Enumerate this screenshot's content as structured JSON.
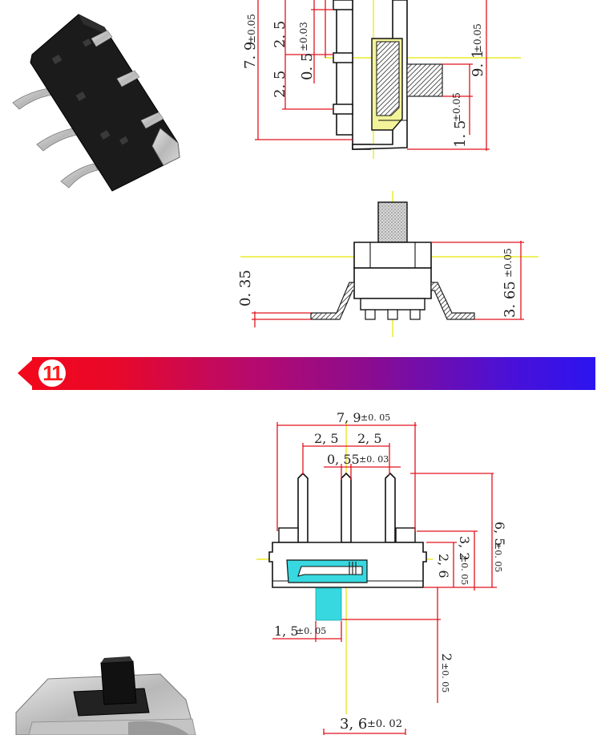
{
  "section": {
    "number": "11"
  },
  "colors": {
    "banner_start": "#f2081c",
    "banner_end": "#2c14f0",
    "dimension_line": "#e0141e",
    "center_line": "#e6e600",
    "slider_fill": "#38d8e0"
  },
  "top_side_view": {
    "dim_total_height": "7. 9",
    "dim_total_height_tol": "±0.05",
    "dim_pitch_upper": "2. 5",
    "dim_pin_width": "0. 5",
    "dim_pin_width_tol": "±0.03",
    "dim_pitch_lower": "2. 5",
    "dim_overall": "9. 1",
    "dim_overall_tol": "±0.05",
    "dim_actuator": "1. 5",
    "dim_actuator_tol": "±0.05"
  },
  "top_front_view": {
    "dim_lead_thickness": "0. 35",
    "dim_body_height": "3. 65",
    "dim_body_height_tol": "±0.05"
  },
  "bottom_front_view": {
    "dim_width": "7, 9",
    "dim_width_tol": "±0. 05",
    "dim_pitch_left": "2, 5",
    "dim_pitch_right": "2, 5",
    "dim_pin": "0, 55",
    "dim_pin_tol": "±0. 03",
    "dim_total_height": "6, 5",
    "dim_total_height_tol": "±0. 05",
    "dim_body_height": "3, 2",
    "dim_body_height_tol": "±0. 05",
    "dim_inner_height": "2, 6",
    "dim_actuator_width": "1, 5",
    "dim_actuator_width_tol": "±0. 05",
    "dim_actuator_height": "2",
    "dim_actuator_height_tol": "±0. 05",
    "dim_depth": "3, 6",
    "dim_depth_tol": "±0. 02"
  }
}
